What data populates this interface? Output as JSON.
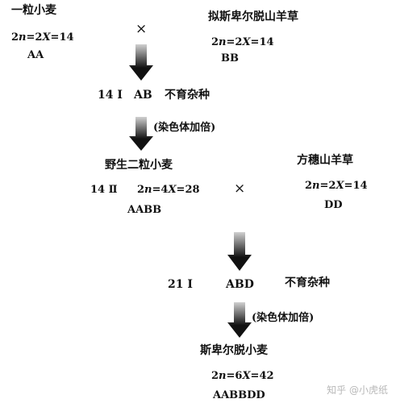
{
  "species": {
    "einkorn": {
      "name": "一粒小麦",
      "formula": "2n=2X=14",
      "genome": "AA"
    },
    "aegilops_speltoides": {
      "name": "拟斯卑尔脱山羊草",
      "formula": "2n=2X=14",
      "genome": "BB"
    },
    "wild_emmer": {
      "name": "野生二粒小麦",
      "chromosomes": "14 Ⅱ",
      "formula": "2n=4X=28",
      "genome": "AABB"
    },
    "aegilops_squarrosa": {
      "name": "方穗山羊草",
      "formula": "2n=2X=14",
      "genome": "DD"
    },
    "spelt": {
      "name": "斯卑尔脱小麦",
      "formula": "2n=6X=42",
      "genome": "AABBDD"
    }
  },
  "cross_symbol": "×",
  "hybrid1": {
    "chromosomes": "14 Ⅰ",
    "genome": "AB",
    "label": "不育杂种"
  },
  "hybrid2": {
    "chromosomes": "21 Ⅰ",
    "genome": "ABD",
    "label": "不育杂种"
  },
  "doubling_label": "(染色体加倍)",
  "watermark": {
    "text": "知乎 @小虎纸"
  },
  "colors": {
    "arrow_dark": "#111111",
    "arrow_light": "#d0d0d0"
  }
}
